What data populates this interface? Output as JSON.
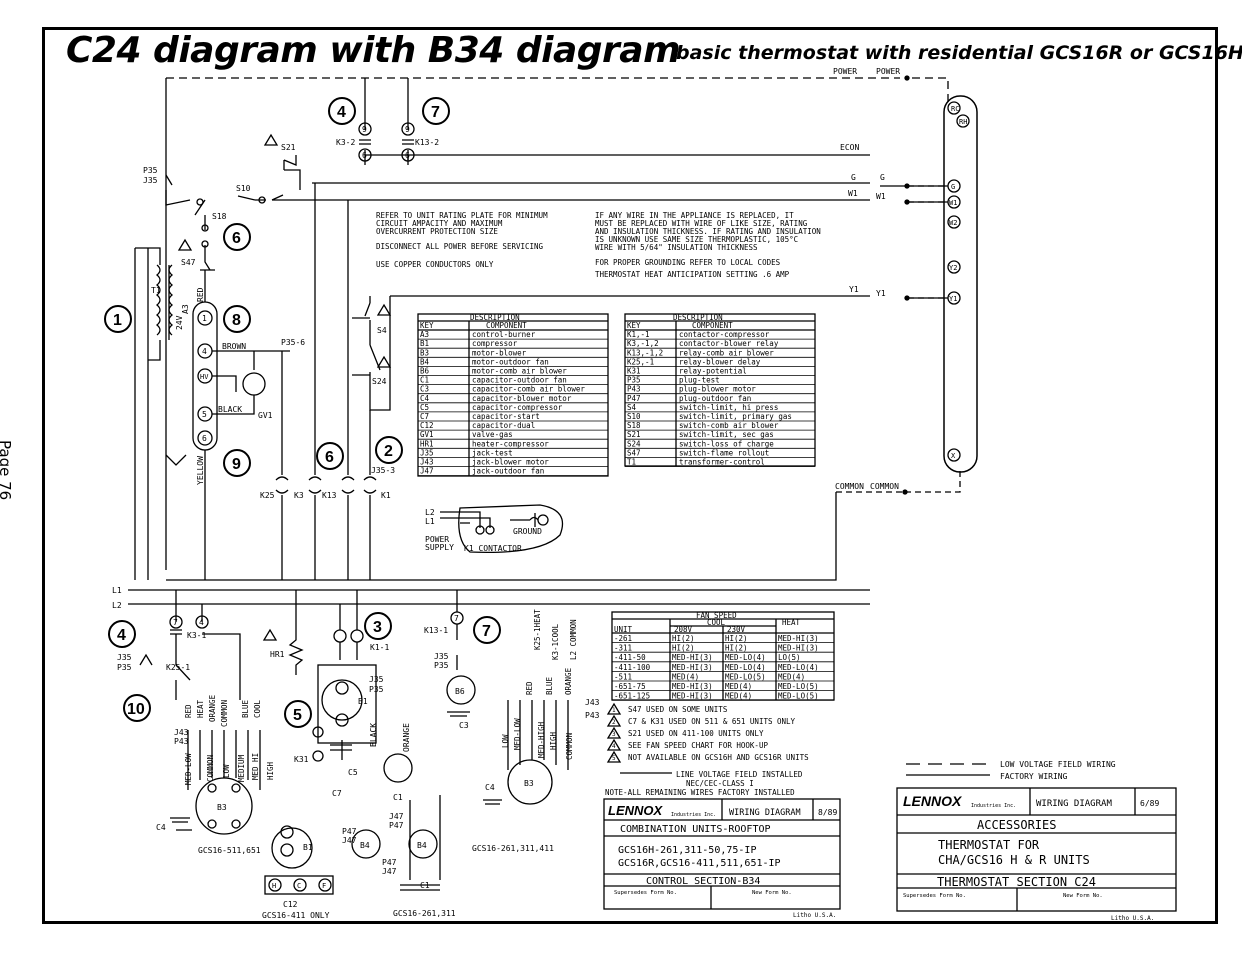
{
  "title": "C24 diagram with B34 diagram",
  "subtitle": "basic thermostat with residential GCS16R or GCS16H",
  "page_label": "Page 76",
  "callouts": [
    "1",
    "2",
    "3",
    "4",
    "5",
    "6",
    "7",
    "8",
    "9",
    "10"
  ],
  "thermostat": {
    "terminals": [
      "RC",
      "RH",
      "G",
      "W1",
      "W2",
      "Y2",
      "Y1",
      "X"
    ]
  },
  "wire_labels": {
    "power": "POWER",
    "econ": "ECON",
    "g": "G",
    "w1": "W1",
    "y1": "Y1",
    "common": "COMMON",
    "l1": "L1",
    "l2": "L2",
    "brown": "BROWN",
    "black": "BLACK",
    "yellow": "YELLOW",
    "red": "RED",
    "p35_6": "P35-6",
    "j35_3": "J35-3"
  },
  "components": {
    "k3_2": "K3-2",
    "k13_2": "K13-2",
    "s21": "S21",
    "p35": "P35",
    "j35": "J35",
    "s10": "S10",
    "s18": "S18",
    "s47": "S47",
    "t1": "T1",
    "v24": "24V",
    "a3": "A3",
    "gv1": "GV1",
    "s4": "S4",
    "s24": "S24",
    "k25": "K25",
    "k3": "K3",
    "k13": "K13",
    "k1": "K1",
    "k3_1": "K3-1",
    "k25_1": "K25-1",
    "hr1": "HR1",
    "k1_1": "K1-1",
    "k13_1": "K13-1",
    "b1": "B1",
    "b3": "B3",
    "b4": "B4",
    "b6": "B6",
    "c1": "C1",
    "c3": "C3",
    "c4": "C4",
    "c5": "C5",
    "c7": "C7",
    "c12": "C12",
    "k31": "K31",
    "j43": "J43",
    "p43": "P43",
    "j47": "J47",
    "p47": "P47"
  },
  "pins": {
    "nine": "9",
    "six": "6",
    "four": "4",
    "one": "1",
    "five": "5",
    "seven": "7"
  },
  "notes_left": [
    "REFER TO UNIT RATING PLATE FOR MINIMUM",
    "CIRCUIT AMPACITY AND MAXIMUM",
    "OVERCURRENT PROTECTION SIZE",
    "DISCONNECT ALL POWER BEFORE SERVICING",
    "USE COPPER CONDUCTORS ONLY"
  ],
  "notes_right": [
    "IF ANY WIRE IN THE APPLIANCE IS REPLACED, IT",
    "MUST BE REPLACED WITH WIRE OF LIKE SIZE, RATING",
    "AND INSULATION THICKNESS. IF RATING AND INSULATION",
    "IS UNKNOWN USE SAME SIZE THERMOPLASTIC, 105°C",
    "WIRE WITH 5/64\" INSULATION THICKNESS",
    "FOR PROPER GROUNDING REFER TO LOCAL CODES",
    "THERMOSTAT HEAT ANTICIPATION SETTING .6 AMP"
  ],
  "legend_table_1": {
    "title": "DESCRIPTION",
    "headers": [
      "KEY",
      "COMPONENT"
    ],
    "rows": [
      [
        "A3",
        "control-burner"
      ],
      [
        "B1",
        "compressor"
      ],
      [
        "B3",
        "motor-blower"
      ],
      [
        "B4",
        "motor-outdoor fan"
      ],
      [
        "B6",
        "motor-comb air blower"
      ],
      [
        "C1",
        "capacitor-outdoor fan"
      ],
      [
        "C3",
        "capacitor-comb air blower"
      ],
      [
        "C4",
        "capacitor-blower motor"
      ],
      [
        "C5",
        "capacitor-compressor"
      ],
      [
        "C7",
        "capacitor-start"
      ],
      [
        "C12",
        "capacitor-dual"
      ],
      [
        "GV1",
        "valve-gas"
      ],
      [
        "HR1",
        "heater-compressor"
      ],
      [
        "J35",
        "jack-test"
      ],
      [
        "J43",
        "jack-blower motor"
      ],
      [
        "J47",
        "jack-outdoor fan"
      ]
    ]
  },
  "legend_table_2": {
    "title": "DESCRIPTION",
    "headers": [
      "KEY",
      "COMPONENT"
    ],
    "rows": [
      [
        "K1,-1",
        "contactor-compressor"
      ],
      [
        "K3,-1,2",
        "contactor-blower relay"
      ],
      [
        "K13,-1,2",
        "relay-comb air blower"
      ],
      [
        "K25,-1",
        "relay-blower delay"
      ],
      [
        "K31",
        "relay-potential"
      ],
      [
        "P35",
        "plug-test"
      ],
      [
        "P43",
        "plug-blower motor"
      ],
      [
        "P47",
        "plug-outdoor fan"
      ],
      [
        "S4",
        "switch-limit, hi press"
      ],
      [
        "S10",
        "switch-limit, primary gas"
      ],
      [
        "S18",
        "switch-comb air blower"
      ],
      [
        "S21",
        "switch-limit, sec gas"
      ],
      [
        "S24",
        "switch-loss of charge"
      ],
      [
        "S47",
        "switch-flame rollout"
      ],
      [
        "T1",
        "transformer-control"
      ]
    ]
  },
  "contactor_box": {
    "l2": "L2",
    "l1": "L1",
    "ground": "GROUND",
    "power_supply_1": "POWER",
    "power_supply_2": "SUPPLY",
    "k1_contactor": "K1 CONTACTOR"
  },
  "fan_speed_table": {
    "title": "FAN SPEED",
    "group_cool": "COOL",
    "group_heat": "HEAT",
    "headers": [
      "UNIT",
      "208V",
      "230V",
      ""
    ],
    "rows": [
      [
        "-261",
        "HI(2)",
        "HI(2)",
        "MED-HI(3)"
      ],
      [
        "-311",
        "HI(2)",
        "HI(2)",
        "MED-HI(3)"
      ],
      [
        "-411-50",
        "MED-HI(3)",
        "MED-LO(4)",
        "LO(5)"
      ],
      [
        "-411-100",
        "MED-HI(3)",
        "MED-LO(4)",
        "MED-LO(4)"
      ],
      [
        "-511",
        "MED(4)",
        "MED-LO(5)",
        "MED(4)"
      ],
      [
        "-651-75",
        "MED-HI(3)",
        "MED(4)",
        "MED-LO(5)"
      ],
      [
        "-651-125",
        "MED-HI(3)",
        "MED(4)",
        "MED-LO(5)"
      ]
    ]
  },
  "b34_notes": [
    "S47 USED ON SOME UNITS",
    "C7 & K31 USED ON 511 & 651 UNITS ONLY",
    "S21 USED ON 411-100 UNITS ONLY",
    "SEE FAN SPEED CHART FOR HOOK-UP",
    "NOT AVAILABLE ON GCS16H AND GCS16R UNITS"
  ],
  "b34_note_nums": [
    "1",
    "2",
    "3",
    "4",
    "5"
  ],
  "line_voltage_note": [
    "LINE VOLTAGE FIELD INSTALLED",
    "NEC/CEC-CLASS I"
  ],
  "factory_note": "NOTE-ALL REMAINING WIRES FACTORY INSTALLED",
  "wire_legend": {
    "low_voltage": "LOW VOLTAGE FIELD WIRING",
    "factory": "FACTORY WIRING"
  },
  "blower_wire_labels": {
    "med_low": "MED-LOW",
    "common": "COMMON",
    "low": "LOW",
    "medium": "MEDIUM",
    "med_hi": "MED HI",
    "high": "HIGH",
    "red": "RED",
    "heat": "HEAT",
    "orange": "ORANGE",
    "blue": "BLUE",
    "cool": "COOL",
    "black": "BLACK",
    "med_high": "MED-HIGH",
    "k25_1_heat": "K25-1HEAT",
    "k3_1_cool": "K3-1COOL",
    "l2_common": "L2 COMMON"
  },
  "variant_labels": {
    "gcs16_511_651": "GCS16-511,651",
    "gcs16_411_only": "GCS16-411 ONLY",
    "gcs16_261_311": "GCS16-261,311",
    "gcs16_261_311_411": "GCS16-261,311,411"
  },
  "b34_title_block": {
    "brand": "LENNOX",
    "brand_sub": "Industries Inc.",
    "wiring_diagram": "WIRING DIAGRAM",
    "date": "8/89",
    "section": "COMBINATION UNITS-ROOFTOP",
    "models_1": "GCS16H-261,311-50,75-IP",
    "models_2": "GCS16R,GCS16-411,511,651-IP",
    "control": "CONTROL SECTION-B34",
    "supersedes": "Supersedes Form No.",
    "new_form": "New Form No.",
    "litho": "Litho U.S.A."
  },
  "c24_title_block": {
    "brand": "LENNOX",
    "brand_sub": "Industries Inc.",
    "wiring_diagram": "WIRING DIAGRAM",
    "date": "6/89",
    "section": "ACCESSORIES",
    "line1": "THERMOSTAT FOR",
    "line2": "CHA/GCS16 H & R UNITS",
    "control": "THERMOSTAT SECTION C24",
    "supersedes": "Supersedes Form No.",
    "new_form": "New Form No.",
    "litho": "Litho U.S.A."
  }
}
